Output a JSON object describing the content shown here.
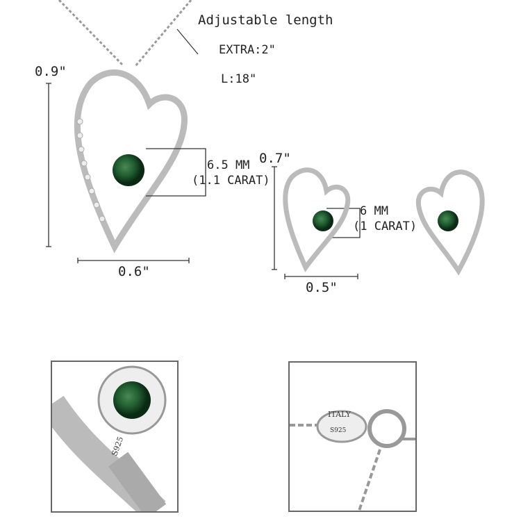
{
  "chain": {
    "label": "Adjustable length",
    "extra": "EXTRA:2\"",
    "length": "L:18\""
  },
  "necklace": {
    "height": "0.9\"",
    "width": "0.6\"",
    "stone_size": "6.5 MM",
    "stone_carat": "(1.1 CARAT)"
  },
  "earrings": {
    "height": "0.7\"",
    "width": "0.5\"",
    "stone_size": "6 MM",
    "stone_carat": "(1 CARAT)"
  },
  "details": {
    "stamp_pendant": "S925",
    "clasp_stamp_1": "ITALY",
    "clasp_stamp_2": "S925"
  },
  "colors": {
    "gem": "#1e5a2e",
    "metal": "#c8c8c8",
    "line": "#333333"
  }
}
